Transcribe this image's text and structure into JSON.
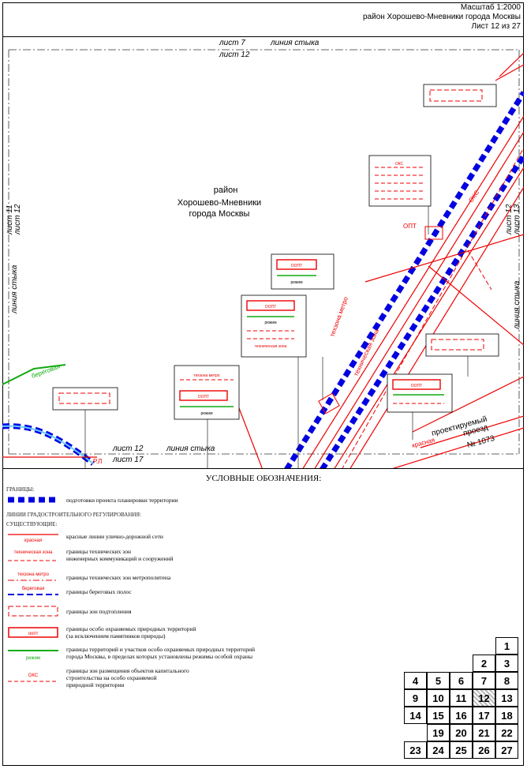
{
  "header": {
    "scale": "Масштаб 1:2000",
    "district": "район Хорошево-Мневники города Москвы",
    "sheet": "Лист 12 из 27"
  },
  "map": {
    "top_neighbor": "лист 7",
    "top_joint": "линия стыка",
    "top_current": "лист 12",
    "left_neighbor": "лист 11",
    "left_current": "лист 12",
    "left_joint": "линия стыка",
    "right_current": "лист 12",
    "right_neighbor": "лист 13",
    "right_joint": "линия стыка",
    "bottom_current": "лист 12",
    "bottom_joint": "линия стыка",
    "bottom_neighbor": "лист 17",
    "district_label": [
      "район",
      "Хорошево-Мневники",
      "города Москвы"
    ],
    "road_label_1": "проектируемый",
    "road_label_2": "проезд",
    "road_label_3": "№ 1073",
    "labels": {
      "tech_metro": "техзона метро",
      "tech_zone": "техническая зона",
      "oks": "ОКС",
      "oopt": "ООПТ",
      "regime": "режим",
      "bereg": "береговая",
      "red": "красная",
      "opt": "ОПТ",
      "rl": "Р.Л",
      "callout_metro": "техзона метро",
      "callout_tech": "техническая зона"
    }
  },
  "legend": {
    "title": "УСЛОВНЫЕ ОБОЗНАЧЕНИЯ:",
    "borders_head": "ГРАНИЦЫ:",
    "lines_head": "ЛИНИИ ГРАДОСТРОИТЕЛЬНОГО РЕГУЛИРОВАНИЯ:",
    "existing_head": "СУЩЕСТВУЮЩИЕ:",
    "items": [
      {
        "sym": "",
        "text": "подготовки проекта планировки территории"
      },
      {
        "sym": "красная",
        "text": "красные линии улично-дорожной сети"
      },
      {
        "sym": "техническая зона",
        "text": "границы технических зон\nинженерных коммуникаций и сооружений"
      },
      {
        "sym": "техзона метро",
        "text": "границы технических зон метрополитена"
      },
      {
        "sym": "береговая",
        "text": "границы береговых полос"
      },
      {
        "sym": "",
        "text": "границы зон подтопления"
      },
      {
        "sym": "оопт",
        "text": "границы особо охраняемых природных территорий\n(за исключением памятников природы)"
      },
      {
        "sym": "режим",
        "text": "границы территорий и участков особо охраняемых природных территорий\nгорода Москвы, в пределах которых установлены режимы особой охраны"
      },
      {
        "sym": "ОКС",
        "text": "границы зон размещения объектов капитального\nстроительства на особо охраняемой\nприродной территории"
      }
    ]
  },
  "sheet_index": {
    "cells": [
      "1",
      "2",
      "3",
      "4",
      "5",
      "6",
      "7",
      "8",
      "9",
      "10",
      "11",
      "12",
      "13",
      "14",
      "15",
      "16",
      "17",
      "18",
      "19",
      "20",
      "21",
      "22",
      "23",
      "24",
      "25",
      "26",
      "27"
    ],
    "active": "12"
  }
}
